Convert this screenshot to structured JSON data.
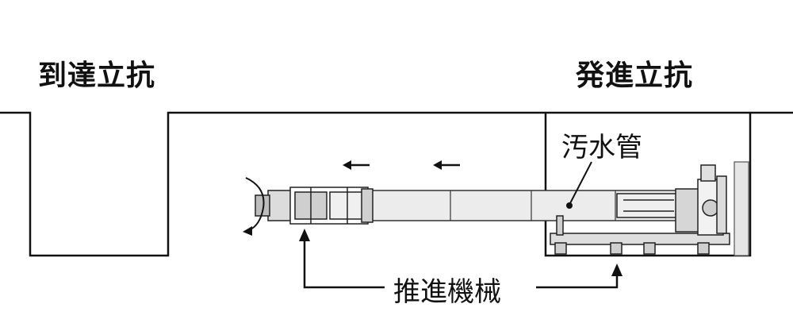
{
  "labels": {
    "arrival_shaft": "到達立抗",
    "launch_shaft": "発進立抗",
    "sewer_pipe": "汚水管",
    "propulsion_machine": "推進機械"
  }
}
